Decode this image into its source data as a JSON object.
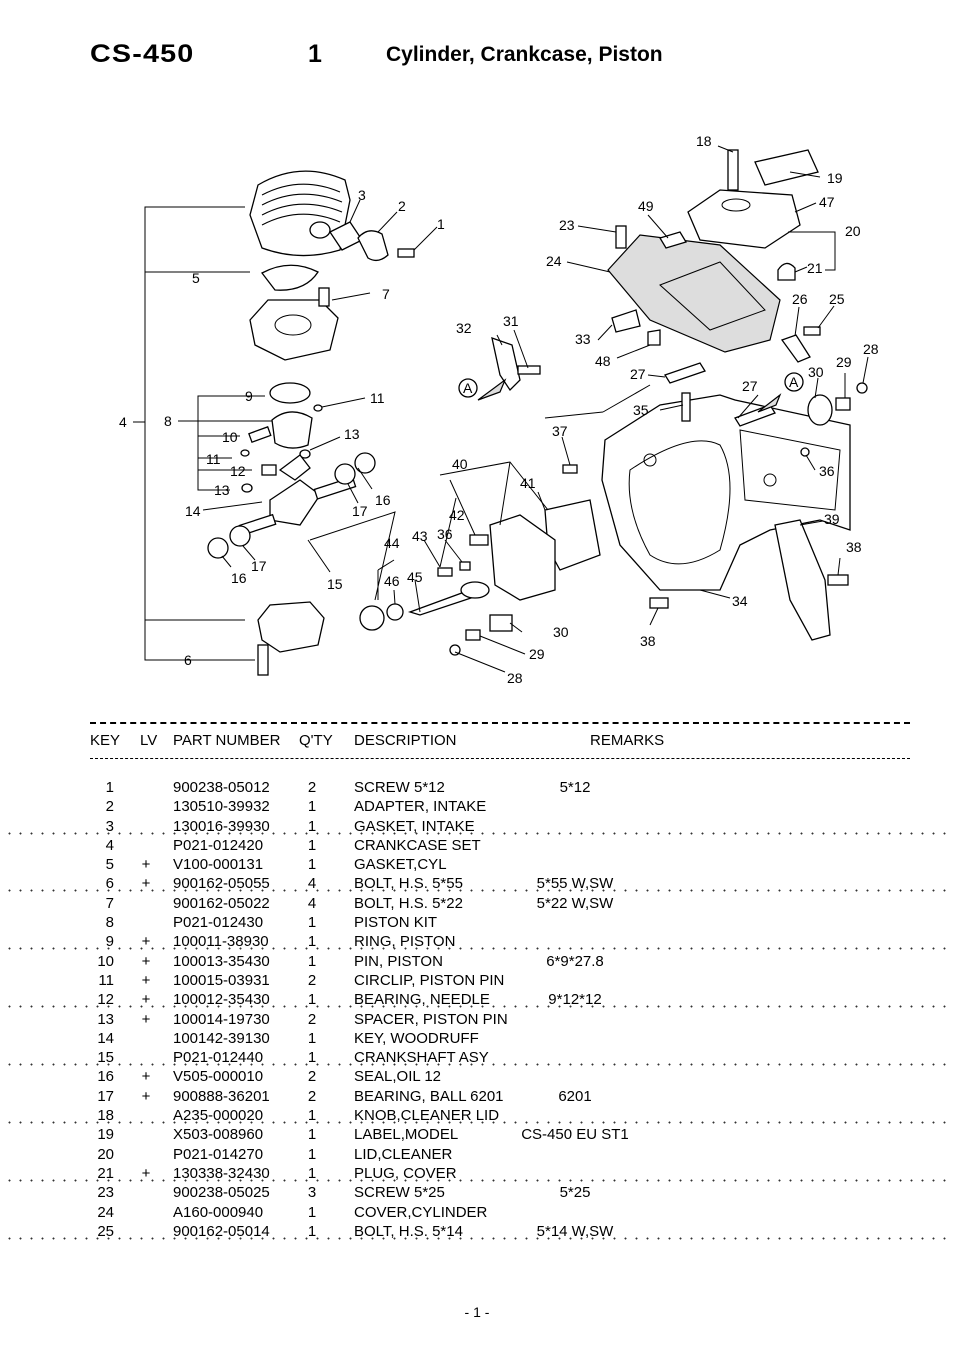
{
  "header": {
    "model": "CS-450",
    "section_number": "1",
    "section_title": "Cylinder, Crankcase, Piston"
  },
  "diagram": {
    "callouts": [
      "1",
      "2",
      "3",
      "4",
      "5",
      "6",
      "7",
      "8",
      "9",
      "10",
      "11",
      "11",
      "12",
      "13",
      "13",
      "14",
      "15",
      "16",
      "16",
      "17",
      "17",
      "18",
      "19",
      "20",
      "21",
      "23",
      "24",
      "25",
      "26",
      "27",
      "27",
      "28",
      "28",
      "29",
      "29",
      "30",
      "30",
      "31",
      "32",
      "33",
      "34",
      "35",
      "36",
      "36",
      "37",
      "38",
      "38",
      "39",
      "41",
      "40",
      "42",
      "43",
      "44",
      "45",
      "46",
      "47",
      "48",
      "49"
    ],
    "view_markers": [
      "A",
      "A"
    ]
  },
  "table": {
    "headers": {
      "key": "KEY",
      "lv": "LV",
      "part_number": "PART NUMBER",
      "qty": "Q'TY",
      "description": "DESCRIPTION",
      "remarks": "REMARKS"
    },
    "rows": [
      {
        "key": "1",
        "lv": "",
        "pn": "900238-05012",
        "qty": "2",
        "desc": "SCREW 5*12",
        "rem": "5*12",
        "dotted": false
      },
      {
        "key": "2",
        "lv": "",
        "pn": "130510-39932",
        "qty": "1",
        "desc": "ADAPTER, INTAKE",
        "rem": "",
        "dotted": false
      },
      {
        "key": "3",
        "lv": "",
        "pn": "130016-39930",
        "qty": "1",
        "desc": "GASKET, INTAKE",
        "rem": "",
        "dotted": true
      },
      {
        "key": "4",
        "lv": "",
        "pn": "P021-012420",
        "qty": "1",
        "desc": "CRANKCASE SET",
        "rem": "",
        "dotted": false
      },
      {
        "key": "5",
        "lv": "+",
        "pn": "V100-000131",
        "qty": "1",
        "desc": "GASKET,CYL",
        "rem": "",
        "dotted": false
      },
      {
        "key": "6",
        "lv": "+",
        "pn": "900162-05055",
        "qty": "4",
        "desc": "BOLT, H.S.  5*55",
        "rem": "5*55 W,SW",
        "dotted": true
      },
      {
        "key": "7",
        "lv": "",
        "pn": "900162-05022",
        "qty": "4",
        "desc": "BOLT, H.S.  5*22",
        "rem": "5*22 W,SW",
        "dotted": false
      },
      {
        "key": "8",
        "lv": "",
        "pn": "P021-012430",
        "qty": "1",
        "desc": "PISTON KIT",
        "rem": "",
        "dotted": false
      },
      {
        "key": "9",
        "lv": "+",
        "pn": "100011-38930",
        "qty": "1",
        "desc": "RING, PISTON",
        "rem": "",
        "dotted": true
      },
      {
        "key": "10",
        "lv": "+",
        "pn": "100013-35430",
        "qty": "1",
        "desc": "PIN, PISTON",
        "rem": "6*9*27.8",
        "dotted": false
      },
      {
        "key": "11",
        "lv": "+",
        "pn": "100015-03931",
        "qty": "2",
        "desc": "CIRCLIP, PISTON PIN",
        "rem": "",
        "dotted": false
      },
      {
        "key": "12",
        "lv": "+",
        "pn": "100012-35430",
        "qty": "1",
        "desc": "BEARING, NEEDLE",
        "rem": "9*12*12",
        "dotted": true
      },
      {
        "key": "13",
        "lv": "+",
        "pn": "100014-19730",
        "qty": "2",
        "desc": "SPACER, PISTON PIN",
        "rem": "",
        "dotted": false
      },
      {
        "key": "14",
        "lv": "",
        "pn": "100142-39130",
        "qty": "1",
        "desc": "KEY, WOODRUFF",
        "rem": "",
        "dotted": false
      },
      {
        "key": "15",
        "lv": "",
        "pn": "P021-012440",
        "qty": "1",
        "desc": "CRANKSHAFT ASY",
        "rem": "",
        "dotted": true
      },
      {
        "key": "16",
        "lv": "+",
        "pn": "V505-000010",
        "qty": "2",
        "desc": "SEAL,OIL 12",
        "rem": "",
        "dotted": false
      },
      {
        "key": "17",
        "lv": "+",
        "pn": "900888-36201",
        "qty": "2",
        "desc": "BEARING, BALL 6201",
        "rem": "6201",
        "dotted": false
      },
      {
        "key": "18",
        "lv": "",
        "pn": "A235-000020",
        "qty": "1",
        "desc": "KNOB,CLEANER LID",
        "rem": "",
        "dotted": true
      },
      {
        "key": "19",
        "lv": "",
        "pn": "X503-008960",
        "qty": "1",
        "desc": "LABEL,MODEL",
        "rem": "CS-450 EU ST1",
        "dotted": false
      },
      {
        "key": "20",
        "lv": "",
        "pn": "P021-014270",
        "qty": "1",
        "desc": "LID,CLEANER",
        "rem": "",
        "dotted": false
      },
      {
        "key": "21",
        "lv": "+",
        "pn": "130338-32430",
        "qty": "1",
        "desc": "PLUG, COVER",
        "rem": "",
        "dotted": true
      },
      {
        "key": "23",
        "lv": "",
        "pn": "900238-05025",
        "qty": "3",
        "desc": "SCREW 5*25",
        "rem": "5*25",
        "dotted": false
      },
      {
        "key": "24",
        "lv": "",
        "pn": "A160-000940",
        "qty": "1",
        "desc": "COVER,CYLINDER",
        "rem": "",
        "dotted": false
      },
      {
        "key": "25",
        "lv": "",
        "pn": "900162-05014",
        "qty": "1",
        "desc": "BOLT, H.S.  5*14",
        "rem": "5*14 W,SW",
        "dotted": true
      }
    ]
  },
  "footer": {
    "page_number": "- 1 -"
  }
}
